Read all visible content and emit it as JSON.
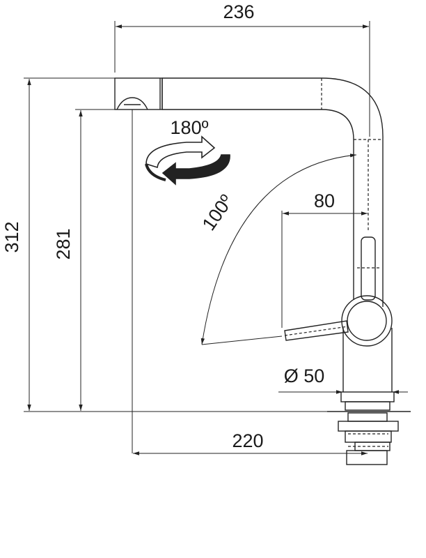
{
  "dimensions": {
    "overall_reach": "236",
    "overall_height": "312",
    "spout_height": "281",
    "swivel_angle": "180º",
    "lever_angle": "100º",
    "lever_offset": "80",
    "base_diameter": "Ø 50",
    "base_to_outlet": "220"
  },
  "colors": {
    "line": "#222222",
    "background": "#ffffff"
  },
  "icons": {
    "rotation": "rotate-arrows-icon"
  }
}
